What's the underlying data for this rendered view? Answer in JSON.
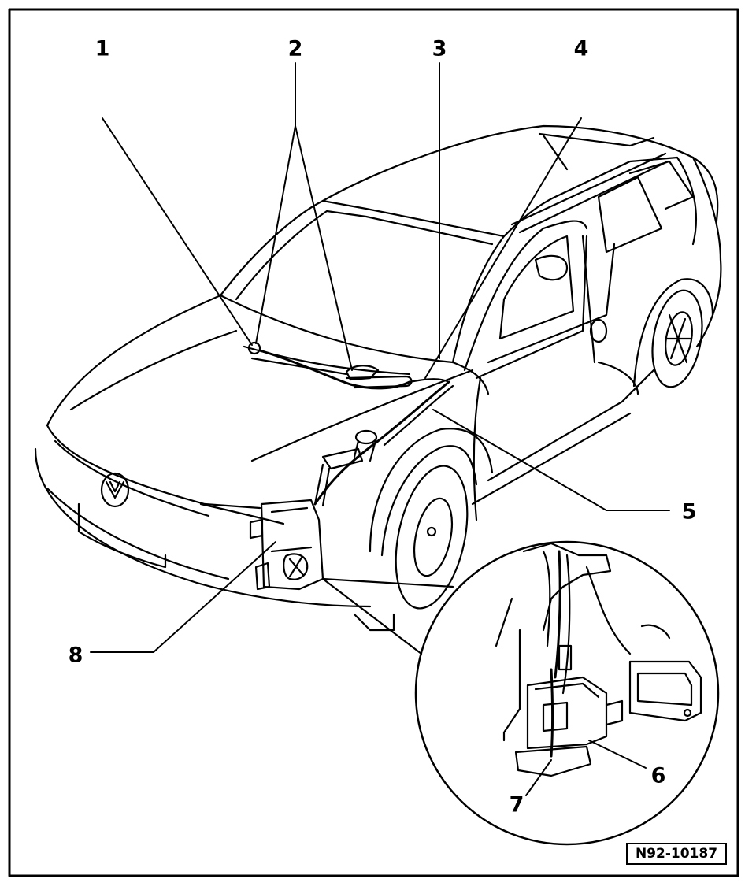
{
  "diagram": {
    "callouts": [
      "1",
      "2",
      "3",
      "4",
      "5",
      "6",
      "7",
      "8"
    ],
    "reference_code": "N92-10187"
  },
  "colors": {
    "line": "#000000",
    "background": "#ffffff"
  }
}
